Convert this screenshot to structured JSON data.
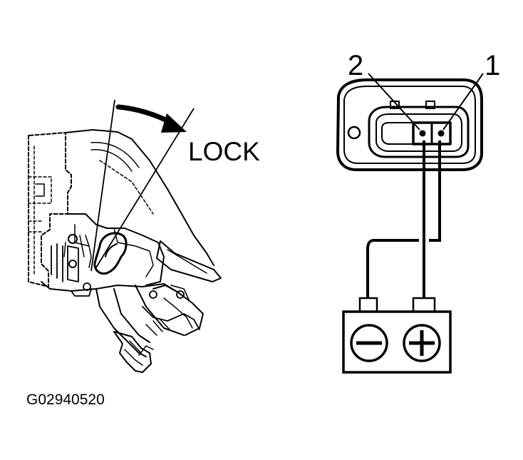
{
  "labels": {
    "lock": "LOCK",
    "pin_2": "2",
    "pin_1": "1",
    "figure_id": "G02940520"
  },
  "icons": {
    "negative": "minus-icon",
    "positive": "plus-icon",
    "rotation": "curved-arrow-icon"
  },
  "colors": {
    "ink": "#000000",
    "paper": "#ffffff"
  }
}
